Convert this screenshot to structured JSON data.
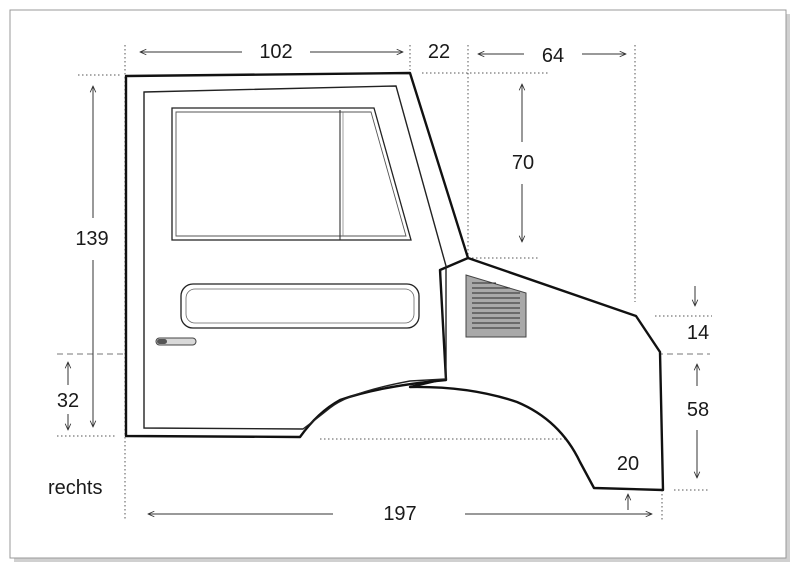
{
  "diagram": {
    "side_label": "rechts",
    "dimensions": {
      "top_door_width": "102",
      "top_gap": "22",
      "top_fender_width": "64",
      "fender_height": "70",
      "total_height": "139",
      "lower_height": "32",
      "fender_drop": "14",
      "fender_lower_height": "58",
      "wheel_arch_height": "20",
      "total_width": "197"
    },
    "colors": {
      "outline": "#111111",
      "vent_fill": "#a9a9a9",
      "dimension_lines": "#555555",
      "frame_shadow": "#d0d0d0"
    }
  }
}
